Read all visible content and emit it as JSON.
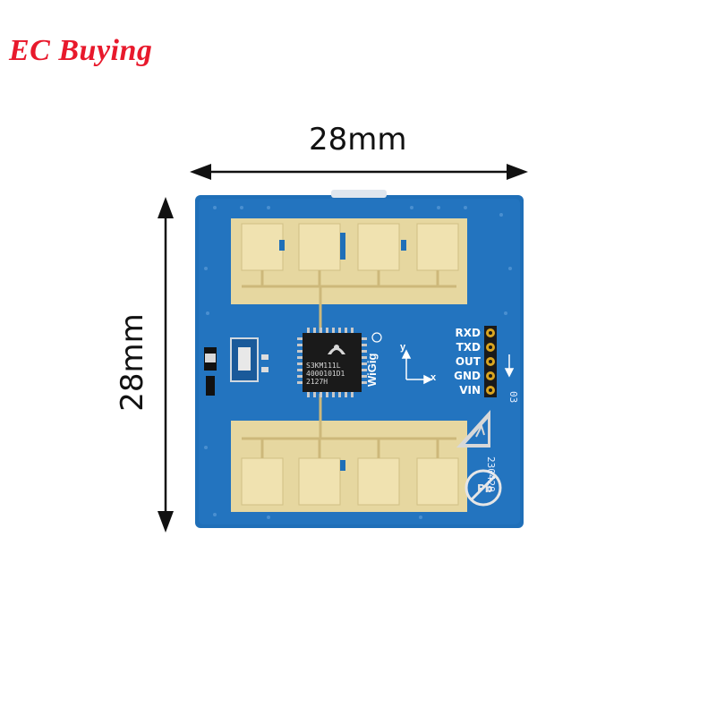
{
  "brand": {
    "text": "EC Buying",
    "color": "#e8192c"
  },
  "dimensions": {
    "width_label": "28mm",
    "height_label": "28mm"
  },
  "board": {
    "color": "#1f6fb8",
    "chip_lines": [
      "S3KM111L",
      "4000101D1",
      "2127H"
    ],
    "logo_text": "WiGig",
    "axis_x": "x",
    "axis_y": "y",
    "pins": [
      "RXD",
      "TXD",
      "OUT",
      "GND",
      "VIN"
    ],
    "serial_text": "230420",
    "rev_text": "03"
  }
}
